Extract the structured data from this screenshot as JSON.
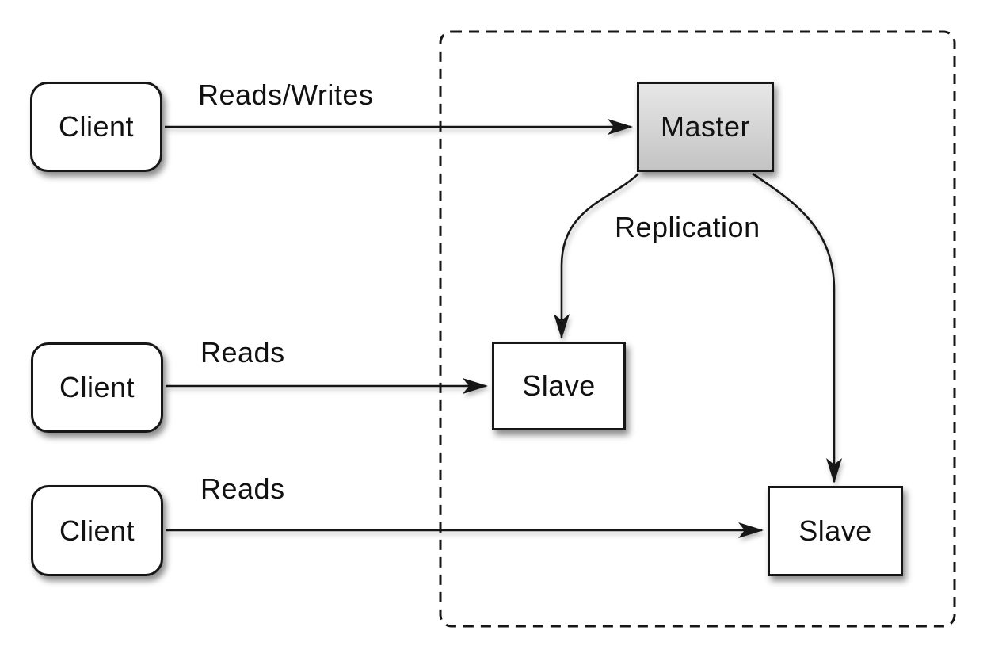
{
  "diagram_type": "master-slave-replication-architecture",
  "nodes": {
    "client1": {
      "label": "Client"
    },
    "client2": {
      "label": "Client"
    },
    "client3": {
      "label": "Client"
    },
    "master": {
      "label": "Master"
    },
    "slave1": {
      "label": "Slave"
    },
    "slave2": {
      "label": "Slave"
    }
  },
  "edge_labels": {
    "reads_writes": "Reads/Writes",
    "reads_middle": "Reads",
    "reads_bottom": "Reads",
    "replication": "Replication"
  },
  "colors": {
    "line": "#161616",
    "text": "#111111",
    "node_fill": "#ffffff",
    "background": "#ffffff",
    "master_grad_top": "#e7e7e7",
    "master_grad_bottom": "#c3c3c3"
  }
}
